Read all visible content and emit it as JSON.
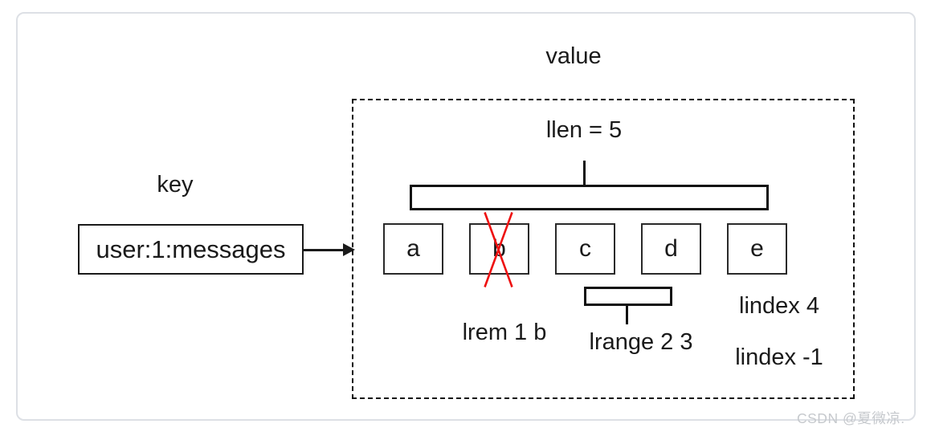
{
  "diagram": {
    "key": {
      "label": "key",
      "box_text": "user:1:messages"
    },
    "value": {
      "label": "value",
      "llen_text": "llen = 5",
      "items": [
        {
          "letter": "a",
          "removed": false
        },
        {
          "letter": "b",
          "removed": true
        },
        {
          "letter": "c",
          "removed": false
        },
        {
          "letter": "d",
          "removed": false
        },
        {
          "letter": "e",
          "removed": false
        }
      ],
      "lrem_text": "lrem 1 b",
      "lrange_text": "lrange 2 3",
      "lindex_labels": [
        "lindex 4",
        "lindex -1"
      ]
    }
  },
  "watermark": "CSDN @夏微凉.",
  "colors": {
    "line": "#1a1a1a",
    "cross": "#ee1010",
    "frame_border": "#dde0e5",
    "watermark": "#c6c9cd"
  }
}
